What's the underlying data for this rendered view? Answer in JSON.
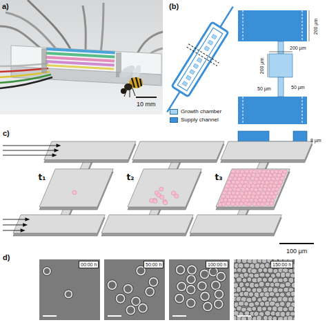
{
  "diagram": {
    "nodes": [
      {
        "text": [
          "00:00 h"
        ]
      },
      {
        "text": [
          "50:00 h"
        ]
      },
      {
        "text": [
          "100:00 h"
        ]
      },
      {
        "text": [
          "150:00 h"
        ]
      }
    ],
    "labels": [
      "a)",
      "10 mm",
      "(b)",
      "200 µm",
      "200 µm",
      "200 µm",
      "50 µm",
      "50 µm",
      "8 µm",
      "c)",
      "t₁",
      "t₂",
      "t₃",
      "100 µm",
      "d)"
    ],
    "legend": [
      {
        "text": "Growth chamber",
        "color": "#a9d5f2"
      },
      {
        "text": "Supply channel",
        "color": "#3a8fd6"
      }
    ]
  }
}
